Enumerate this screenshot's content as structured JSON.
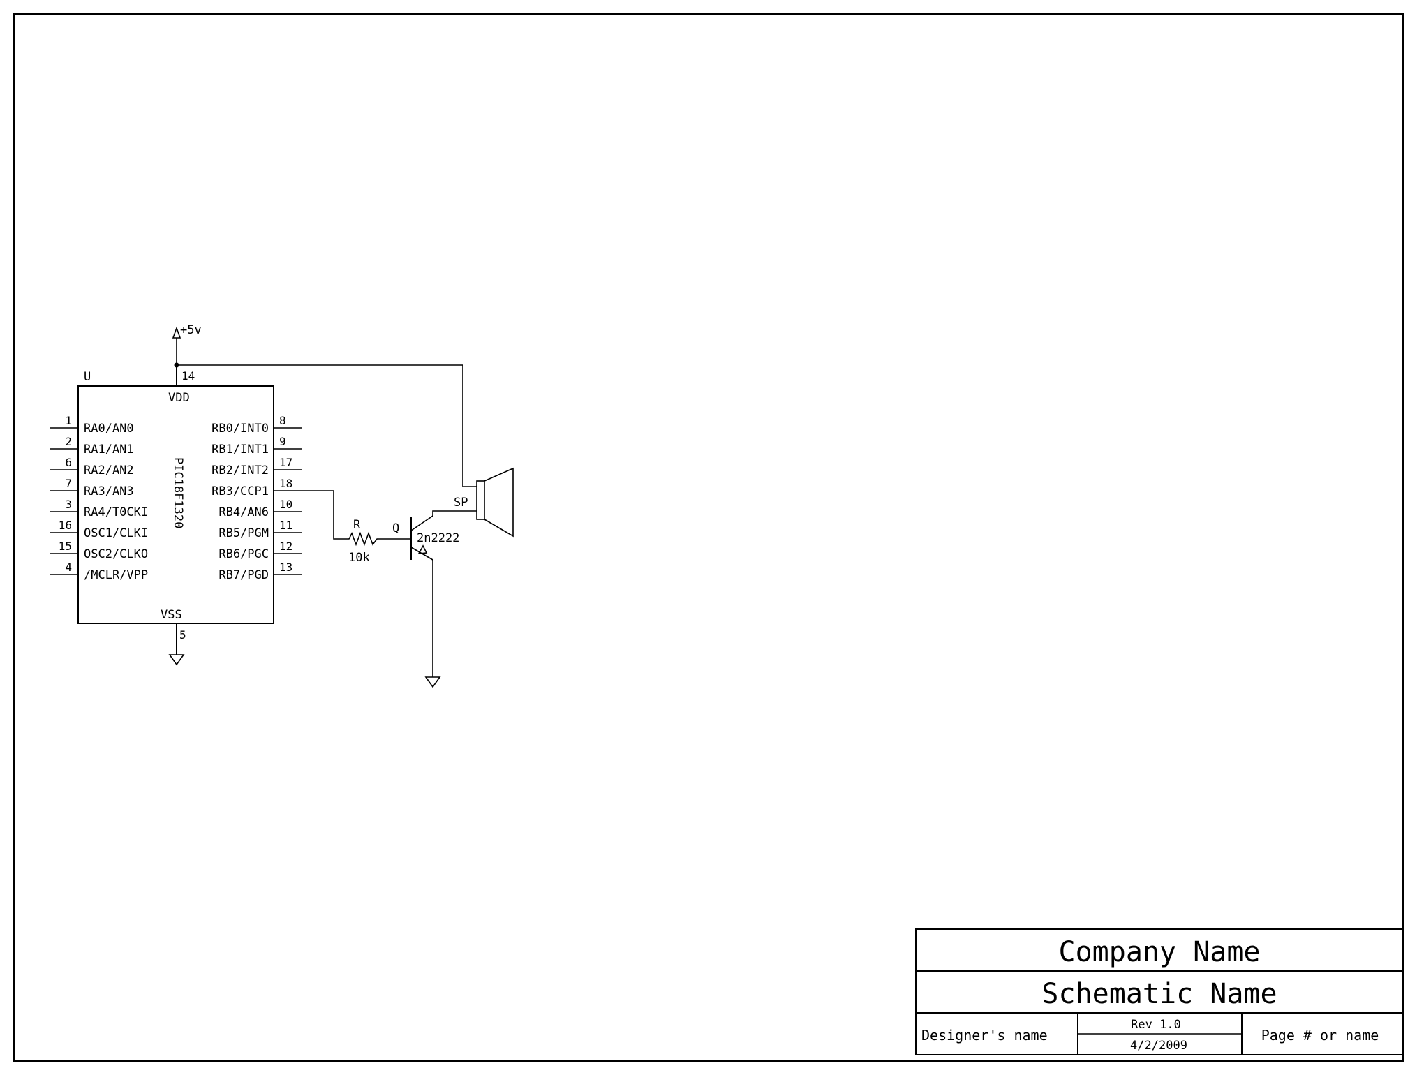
{
  "power": {
    "label": "+5v"
  },
  "mcu": {
    "refdes": "U",
    "part": "PIC18F1320",
    "vdd": {
      "name": "VDD",
      "num": "14"
    },
    "vss": {
      "name": "VSS",
      "num": "5"
    },
    "left_pins": [
      {
        "num": "1",
        "name": "RA0/AN0"
      },
      {
        "num": "2",
        "name": "RA1/AN1"
      },
      {
        "num": "6",
        "name": "RA2/AN2"
      },
      {
        "num": "7",
        "name": "RA3/AN3"
      },
      {
        "num": "3",
        "name": "RA4/T0CKI"
      },
      {
        "num": "16",
        "name": "OSC1/CLKI"
      },
      {
        "num": "15",
        "name": "OSC2/CLKO"
      },
      {
        "num": "4",
        "name": "/MCLR/VPP"
      }
    ],
    "right_pins": [
      {
        "num": "8",
        "name": "RB0/INT0"
      },
      {
        "num": "9",
        "name": "RB1/INT1"
      },
      {
        "num": "17",
        "name": "RB2/INT2"
      },
      {
        "num": "18",
        "name": "RB3/CCP1"
      },
      {
        "num": "10",
        "name": "RB4/AN6"
      },
      {
        "num": "11",
        "name": "RB5/PGM"
      },
      {
        "num": "12",
        "name": "RB6/PGC"
      },
      {
        "num": "13",
        "name": "RB7/PGD"
      }
    ]
  },
  "resistor": {
    "refdes": "R",
    "value": "10k"
  },
  "transistor": {
    "refdes": "Q",
    "part": "2n2222"
  },
  "speaker": {
    "refdes": "SP"
  },
  "title_block": {
    "company": "Company Name",
    "schematic": "Schematic Name",
    "designer": "Designer's name",
    "revision": "Rev 1.0",
    "date": "4/2/2009",
    "page": "Page # or name"
  }
}
